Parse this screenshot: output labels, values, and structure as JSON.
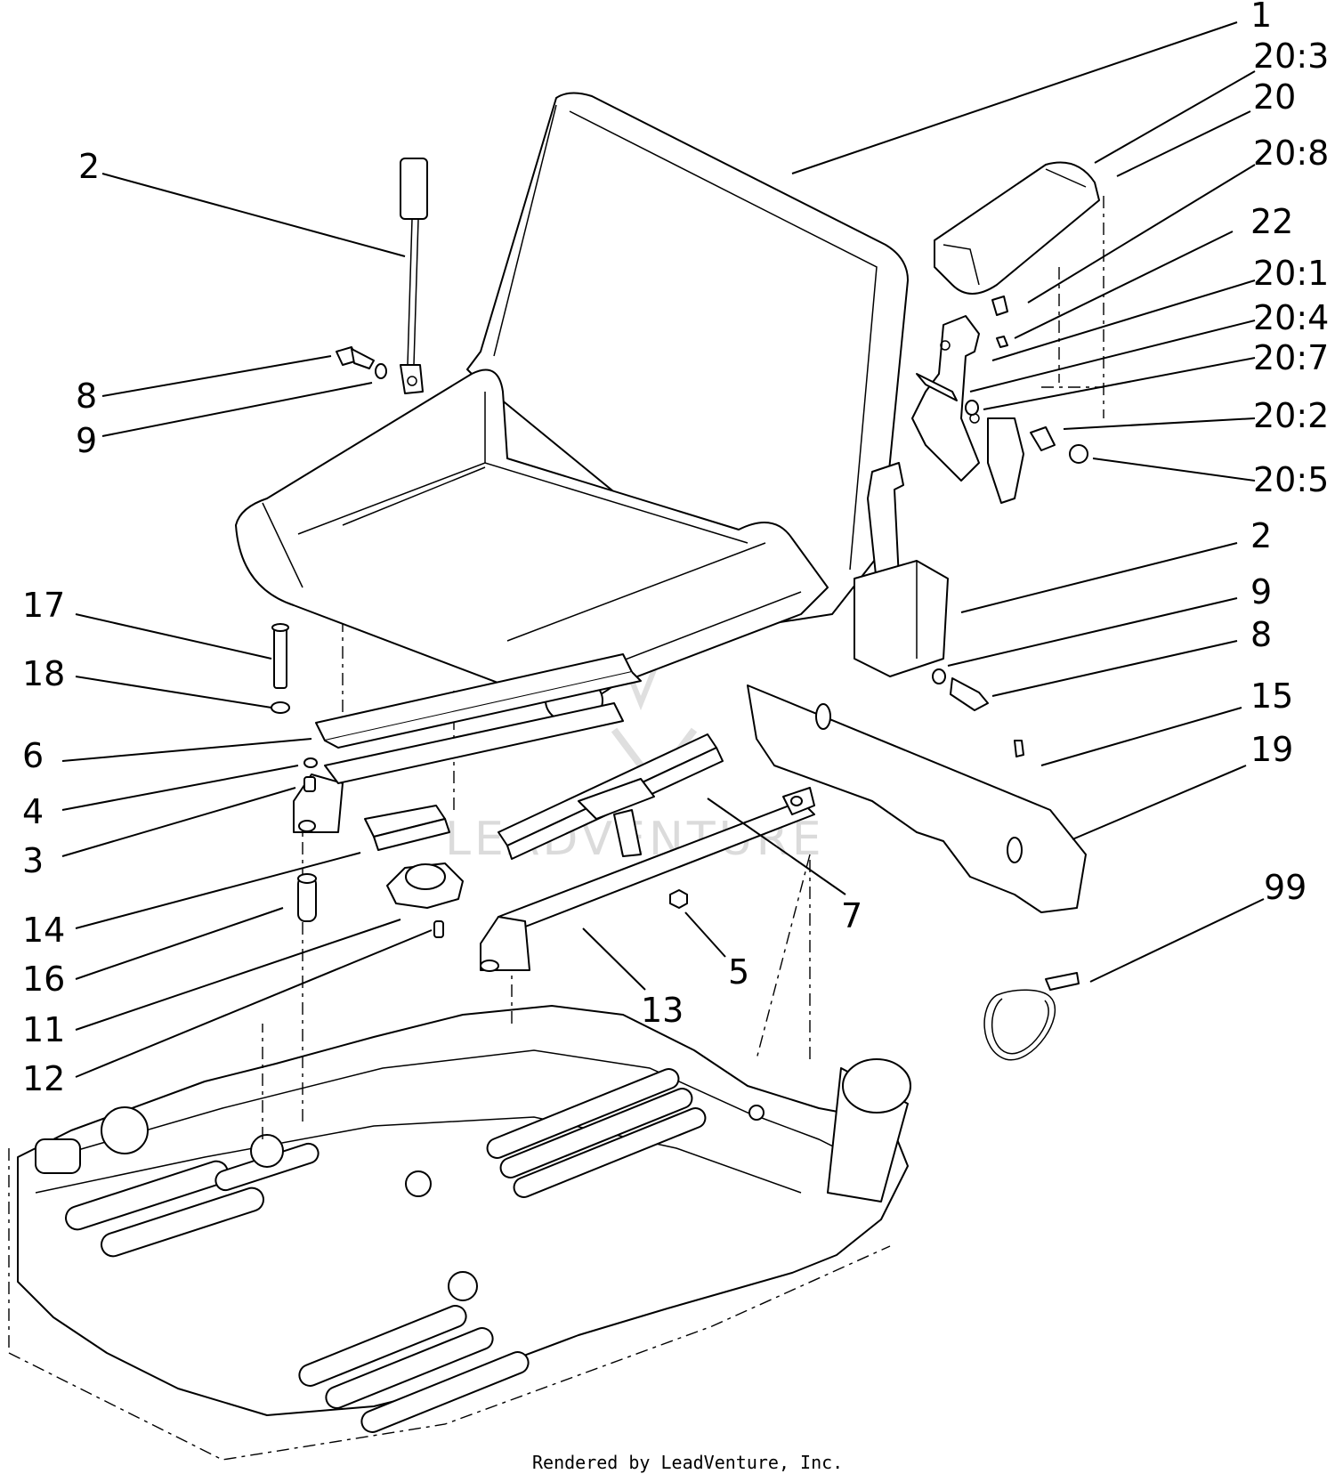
{
  "diagram": {
    "footer": "Rendered by LeadVenture, Inc.",
    "watermark": "LEADVENTURE",
    "callouts": [
      {
        "id": "c1",
        "label": "1"
      },
      {
        "id": "c20-3",
        "label": "20:3"
      },
      {
        "id": "c20",
        "label": "20"
      },
      {
        "id": "c20-8",
        "label": "20:8"
      },
      {
        "id": "c22",
        "label": "22"
      },
      {
        "id": "c20-1",
        "label": "20:1"
      },
      {
        "id": "c20-4",
        "label": "20:4"
      },
      {
        "id": "c20-7",
        "label": "20:7"
      },
      {
        "id": "c20-2",
        "label": "20:2"
      },
      {
        "id": "c20-5",
        "label": "20:5"
      },
      {
        "id": "c2-right",
        "label": "2"
      },
      {
        "id": "c9-right",
        "label": "9"
      },
      {
        "id": "c8-right",
        "label": "8"
      },
      {
        "id": "c15",
        "label": "15"
      },
      {
        "id": "c19",
        "label": "19"
      },
      {
        "id": "c99",
        "label": "99"
      },
      {
        "id": "c7",
        "label": "7"
      },
      {
        "id": "c5",
        "label": "5"
      },
      {
        "id": "c13",
        "label": "13"
      },
      {
        "id": "c2-left",
        "label": "2"
      },
      {
        "id": "c8-left",
        "label": "8"
      },
      {
        "id": "c9-left",
        "label": "9"
      },
      {
        "id": "c17",
        "label": "17"
      },
      {
        "id": "c18",
        "label": "18"
      },
      {
        "id": "c6",
        "label": "6"
      },
      {
        "id": "c4",
        "label": "4"
      },
      {
        "id": "c3",
        "label": "3"
      },
      {
        "id": "c14",
        "label": "14"
      },
      {
        "id": "c16",
        "label": "16"
      },
      {
        "id": "c11",
        "label": "11"
      },
      {
        "id": "c12",
        "label": "12"
      }
    ]
  }
}
